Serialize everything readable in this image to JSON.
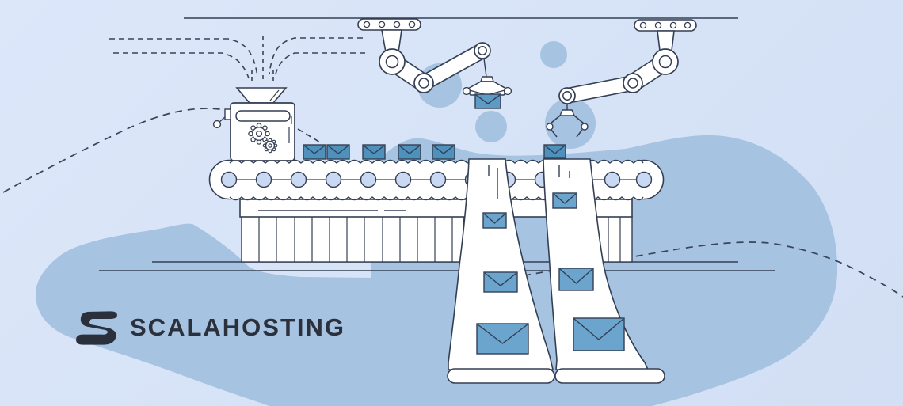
{
  "brand": {
    "name": "SCALAHOSTING"
  },
  "illustration": {
    "description": "Email factory: dashed data flows pour into a funnel stamping machine, a conveyor belt carries envelopes, two robot arms pick mail, and two paper streams deliver envelopes downward",
    "colors": {
      "background_light": "#d8e3f7",
      "blob_blue": "#a6c3e1",
      "outline": "#343f54",
      "belt_envelope": "#4e91bc",
      "stream_envelope": "#6ba4cd",
      "claw_envelope": "#5d9bc5",
      "roller_fill": "#c9d9f3",
      "machine_white": "#ffffff",
      "logo_dark": "#2b303d"
    },
    "belt_envelope_count": 6,
    "stream1_envelope_count": 3,
    "stream2_envelope_count": 3,
    "robot_arm_count": 2
  }
}
